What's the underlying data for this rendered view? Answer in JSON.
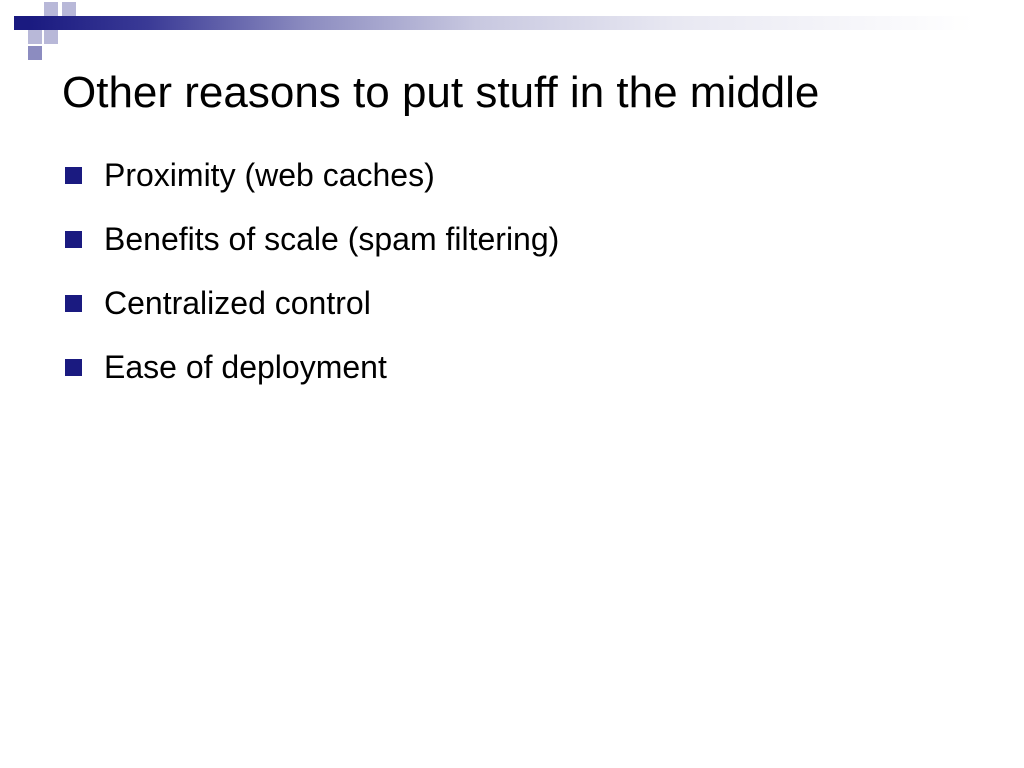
{
  "slide": {
    "title": "Other reasons to put stuff in the middle",
    "bullets": [
      "Proximity (web caches)",
      "Benefits of scale (spam filtering)",
      "Centralized control",
      "Ease of deployment"
    ]
  },
  "theme": {
    "accent_color": "#1a1a80",
    "light_accent_color": "#b8b8d8",
    "background_color": "#ffffff",
    "text_color": "#000000",
    "bullet_icon": "square-bullet-icon"
  }
}
